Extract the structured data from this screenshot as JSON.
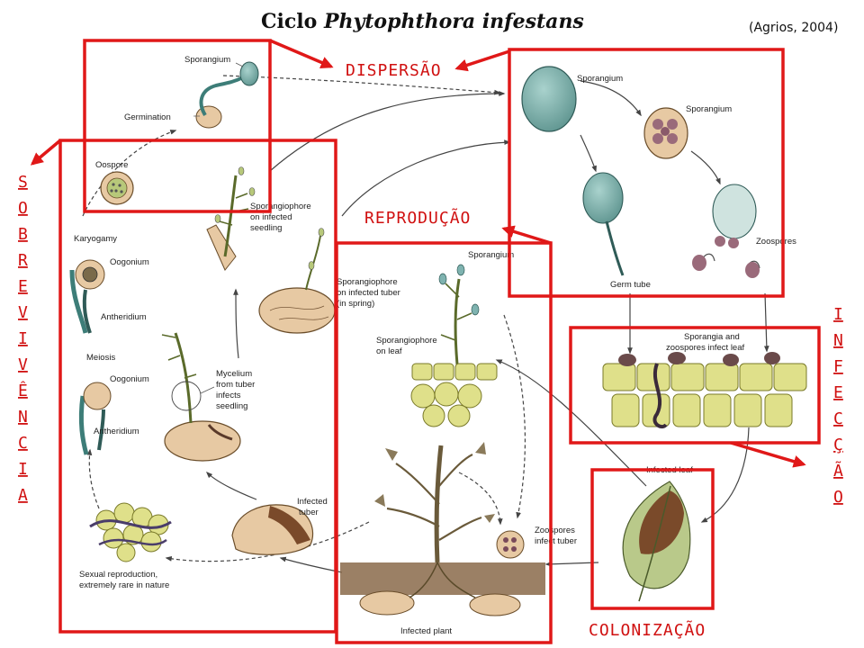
{
  "header": {
    "title_plain": "Ciclo ",
    "title_italic": "Phytophthora infestans",
    "citation": "(Agrios, 2004)"
  },
  "stages": {
    "dispersao": "DISPERSÃO",
    "reproducao": "REPRODUÇÃO",
    "colonizacao": "COLONIZAÇÃO",
    "sobrevivencia": [
      "S",
      "O",
      "B",
      "R",
      "E",
      "V",
      "I",
      "V",
      "Ê",
      "N",
      "C",
      "I",
      "A"
    ],
    "infeccao": [
      "I",
      "N",
      "F",
      "E",
      "C",
      "Ç",
      "Ã",
      "O"
    ]
  },
  "labels": {
    "sporangium_top": "Sporangium",
    "germination": "Germination",
    "oospore": "Oospore",
    "sporangiophore_seedling_1": "Sporangiophore",
    "sporangiophore_seedling_2": "on infected",
    "sporangiophore_seedling_3": "seedling",
    "karyogamy": "Karyogamy",
    "oogonium_1": "Oogonium",
    "antheridium_1": "Antheridium",
    "meiosis": "Meiosis",
    "oogonium_2": "Oogonium",
    "antheridium_2": "Antheridium",
    "mycelium_1": "Mycelium",
    "mycelium_2": "from tuber",
    "mycelium_3": "infects",
    "mycelium_4": "seedling",
    "sporangiophore_tuber_1": "Sporangiophore",
    "sporangiophore_tuber_2": "on infected  tuber",
    "sporangiophore_tuber_3": "(in spring)",
    "infected_tuber_1": "Infected",
    "infected_tuber_2": "tuber",
    "sexual_1": "Sexual reproduction,",
    "sexual_2": "extremely rare in nature",
    "sporangium_mid": "Sporangium",
    "sporangiophore_leaf_1": "Sporangiophore",
    "sporangiophore_leaf_2": "on leaf",
    "infected_plant": "Infected plant",
    "zoospores_tuber_1": "Zoospores",
    "zoospores_tuber_2": "infect tuber",
    "sporangium_right_1": "Sporangium",
    "sporangium_right_2": "Sporangium",
    "zoospores_right": "Zoospores",
    "germ_tube": "Germ tube",
    "sporangia_leaf_1": "Sporangia and",
    "sporangia_leaf_2": "zoospores infect leaf",
    "infected_leaf": "Infected leaf"
  },
  "colors": {
    "frame": "#e01818",
    "stage_text": "#d01010",
    "cell_fill": "#dfe08a",
    "tuber_fill": "#e7c9a3",
    "spore_fill": "#7fb3b0"
  }
}
